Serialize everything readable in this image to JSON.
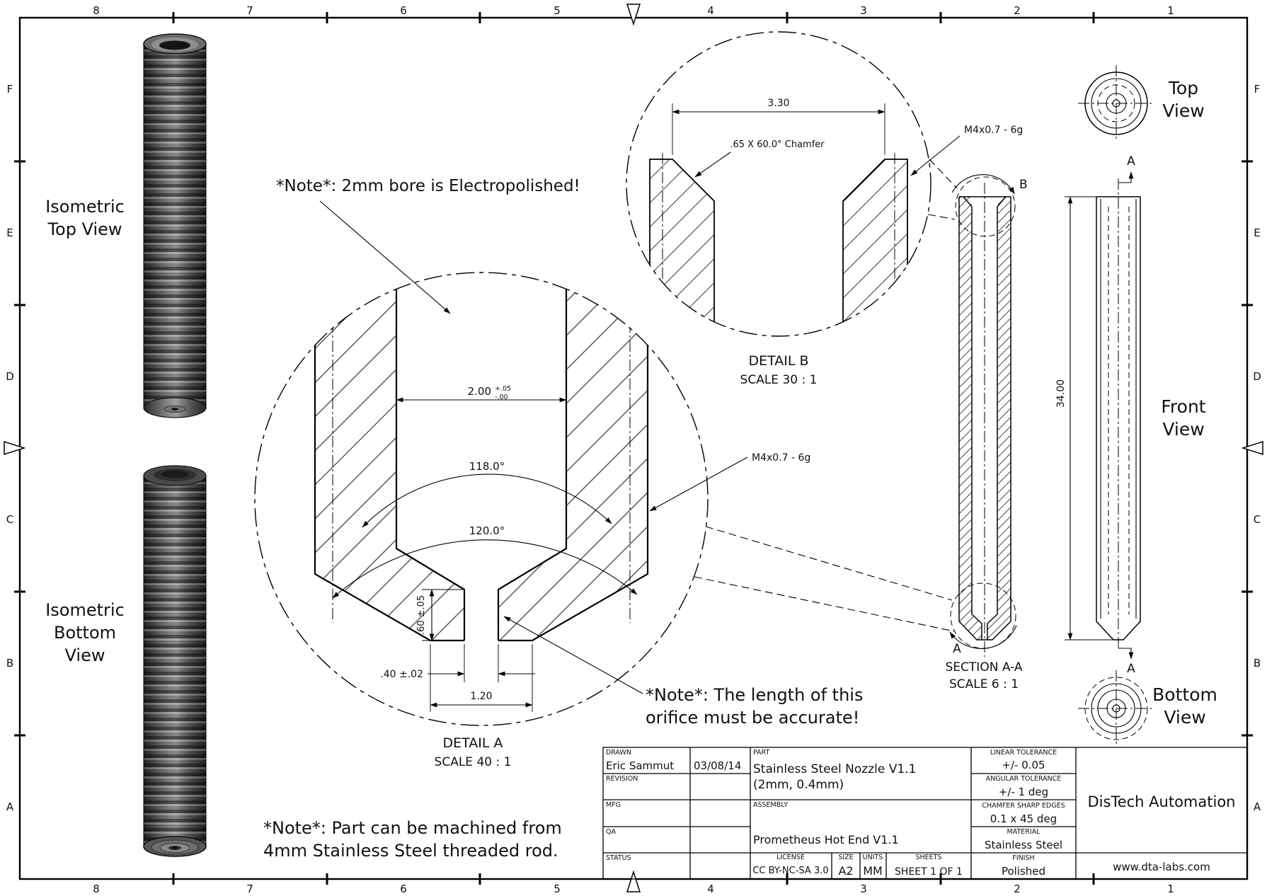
{
  "sheet": {
    "cols": [
      "8",
      "7",
      "6",
      "5",
      "4",
      "3",
      "2",
      "1"
    ],
    "rows": [
      "F",
      "E",
      "D",
      "C",
      "B",
      "A"
    ]
  },
  "labels": {
    "iso_top_1": "Isometric",
    "iso_top_2": "Top View",
    "iso_bottom_1": "Isometric",
    "iso_bottom_2": "Bottom",
    "iso_bottom_3": "View",
    "top_view_1": "Top",
    "top_view_2": "View",
    "front_view_1": "Front",
    "front_view_2": "View",
    "bottom_view_1": "Bottom",
    "bottom_view_2": "View"
  },
  "notes": {
    "electropolished": "*Note*: 2mm bore is Electropolished!",
    "orifice_1": "*Note*: The length of this",
    "orifice_2": "orifice must be accurate!",
    "machined_1": "*Note*: Part can be machined from",
    "machined_2": "4mm Stainless Steel threaded rod."
  },
  "detail_a": {
    "title": "DETAIL A",
    "scale": "SCALE 40 : 1",
    "dim_bore": "2.00",
    "dim_bore_plus": "+.05",
    "dim_bore_minus": "-.00",
    "dim_angle_inner": "118.0°",
    "dim_angle_outer": "120.0°",
    "dim_orifice_len": ".60 ±.05",
    "dim_orifice_dia": ".40 ±.02",
    "dim_tip": "1.20",
    "thread": "M4x0.7 - 6g"
  },
  "detail_b": {
    "title": "DETAIL B",
    "scale": "SCALE 30 : 1",
    "dim_mouth": "3.30",
    "chamfer": ".65 X 60.0° Chamfer",
    "thread": "M4x0.7 - 6g"
  },
  "section": {
    "title": "SECTION A-A",
    "scale": "SCALE 6 : 1",
    "b": "B",
    "a": "A"
  },
  "front": {
    "length": "34.00",
    "a_top": "A",
    "a_bottom": "A"
  },
  "title_block": {
    "drawn_label": "DRAWN",
    "drawn": "Eric Sammut",
    "date": "03/08/14",
    "revision_label": "REVISION",
    "mfg_label": "MFG",
    "qa_label": "QA",
    "status_label": "STATUS",
    "part_label": "PART",
    "part_1": "Stainless Steel Nozzle V1.1",
    "part_2": "(2mm, 0.4mm)",
    "assembly_label": "ASSEMBLY",
    "assembly": "Prometheus Hot End V1.1",
    "license_label": "LICENSE",
    "license": "CC BY-NC-SA 3.0",
    "size_label": "SIZE",
    "size": "A2",
    "units_label": "UNITS",
    "units": "MM",
    "sheets_label": "SHEETS",
    "sheets": "SHEET 1 OF 1",
    "linear_label": "LINEAR TOLERANCE",
    "linear": "+/- 0.05",
    "angular_label": "ANGULAR TOLERANCE",
    "angular": "+/- 1 deg",
    "chamfer_label": "CHAMFER SHARP EDGES",
    "chamfer": "0.1 x 45 deg",
    "material_label": "MATERIAL",
    "material": "Stainless Steel",
    "finish_label": "FINISH",
    "finish": "Polished",
    "company": "DisTech Automation",
    "website": "www.dta-labs.com"
  }
}
